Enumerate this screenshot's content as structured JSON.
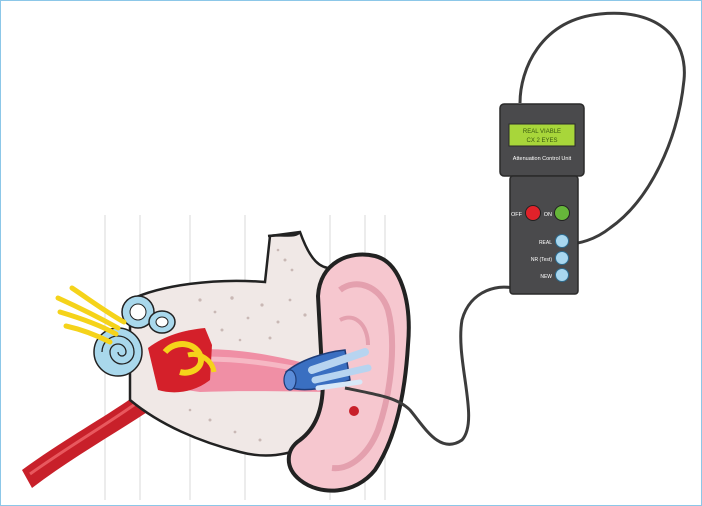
{
  "device": {
    "display_line1": "REAL VIABLE",
    "display_line2": "CX 2 EYES",
    "caption": "Attenuation Control Unit",
    "off_label": "OFF",
    "on_label": "ON",
    "buttons": [
      "REAL",
      "NR (Test)",
      "NEW"
    ]
  },
  "colors": {
    "device_body": "#4a4a4c",
    "display_bg": "#a8d63a",
    "off_button": "#e0222a",
    "on_button": "#66b63a",
    "side_button": "#a9d7ef",
    "frame_border": "#8cc7e8",
    "cable": "#3c3c3c",
    "skin": "#f6c7cf",
    "canal": "#f08fa5",
    "bone": "#f0e8e6",
    "artery": "#c8202a",
    "cochlea": "#a9d8ec",
    "nerve": "#f5d31a",
    "earplug": "#3a6fc1"
  }
}
